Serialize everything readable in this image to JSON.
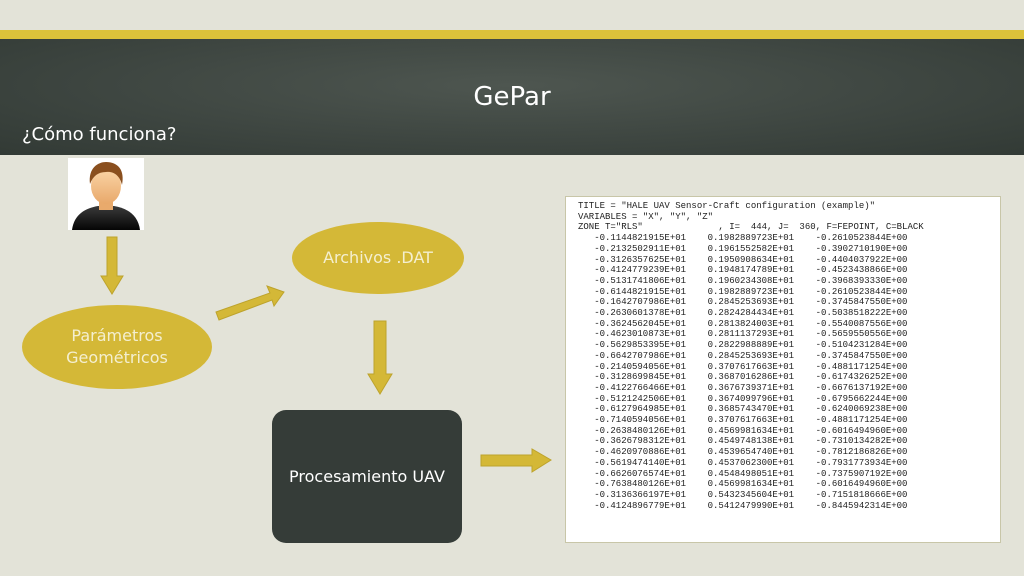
{
  "slide": {
    "title": "GePar",
    "subtitle": "¿Cómo funciona?"
  },
  "nodes": {
    "parametros": "Parámetros\nGeométricos",
    "archivos": "Archivos .DAT",
    "procesamiento": "Procesamiento UAV"
  },
  "colors": {
    "accent": "#d4b837",
    "board": "#3d4540",
    "box": "#353c38",
    "background": "#e3e3d8"
  },
  "datafile": {
    "lines": [
      "TITLE = \"HALE UAV Sensor-Craft configuration (example)\"",
      "VARIABLES = \"X\", \"Y\", \"Z\"",
      "ZONE T=\"RLS\"              , I=  444, J=  360, F=FEPOINT, C=BLACK",
      "   -0.1144821915E+01    0.1982889723E+01    -0.2610523844E+00",
      "   -0.2132502911E+01    0.1961552582E+01    -0.3902710190E+00",
      "   -0.3126357625E+01    0.1950908634E+01    -0.4404037922E+00",
      "   -0.4124779239E+01    0.1948174789E+01    -0.4523438866E+00",
      "   -0.5131741806E+01    0.1960234308E+01    -0.3968393330E+00",
      "   -0.6144821915E+01    0.1982889723E+01    -0.2610523844E+00",
      "   -0.1642707986E+01    0.2845253693E+01    -0.3745847550E+00",
      "   -0.2630601378E+01    0.2824284434E+01    -0.5038518222E+00",
      "   -0.3624562045E+01    0.2813824003E+01    -0.5540087556E+00",
      "   -0.4623010873E+01    0.2811137293E+01    -0.5659550556E+00",
      "   -0.5629853395E+01    0.2822988889E+01    -0.5104231284E+00",
      "   -0.6642707986E+01    0.2845253693E+01    -0.3745847550E+00",
      "   -0.2140594056E+01    0.3707617663E+01    -0.4881171254E+00",
      "   -0.3128699845E+01    0.3687016286E+01    -0.6174326252E+00",
      "   -0.4122766466E+01    0.3676739371E+01    -0.6676137192E+00",
      "   -0.5121242506E+01    0.3674099796E+01    -0.6795662244E+00",
      "   -0.6127964985E+01    0.3685743470E+01    -0.6240069238E+00",
      "   -0.7140594056E+01    0.3707617663E+01    -0.4881171254E+00",
      "   -0.2638480126E+01    0.4569981634E+01    -0.6016494960E+00",
      "   -0.3626798312E+01    0.4549748138E+01    -0.7310134282E+00",
      "   -0.4620970886E+01    0.4539654740E+01    -0.7812186826E+00",
      "   -0.5619474140E+01    0.4537062300E+01    -0.7931773934E+00",
      "   -0.6626076574E+01    0.4548498051E+01    -0.7375907192E+00",
      "   -0.7638480126E+01    0.4569981634E+01    -0.6016494960E+00",
      "   -0.3136366197E+01    0.5432345604E+01    -0.7151818666E+00",
      "   -0.4124896779E+01    0.5412479990E+01    -0.8445942314E+00"
    ]
  }
}
